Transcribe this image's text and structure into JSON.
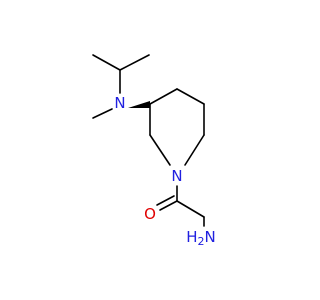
{
  "atoms": {
    "amine_n": {
      "label": "N",
      "color": "#2020e0"
    },
    "ring_n": {
      "label": "N",
      "color": "#2020e0"
    },
    "carbonyl_o": {
      "label": "O",
      "color": "#e00000"
    },
    "primary_amine": {
      "label_main": "H",
      "label_sub": "2",
      "label_tail": "N",
      "color": "#2020e0"
    }
  },
  "colors": {
    "bond": "#000000",
    "nitrogen": "#2020e0",
    "oxygen": "#e00000",
    "background": "#ffffff"
  }
}
